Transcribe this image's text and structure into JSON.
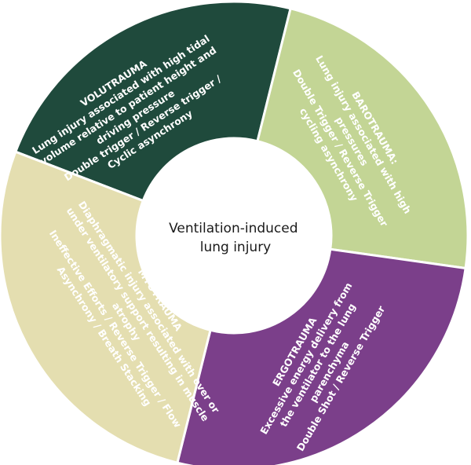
{
  "center": {
    "lines": [
      "Ventilation-induced",
      "lung injury"
    ]
  },
  "segments": [
    {
      "id": "volutrauma",
      "color": "#1f4a3c",
      "text_color": "#ffffff",
      "lines": [
        "VOLUTRAUMA",
        "Lung injury associated with high tidal",
        "volume relative to patient height and",
        "driving pressure",
        "Double trigger / Reverse trigger /",
        "Cyclic asynchrony"
      ]
    },
    {
      "id": "barotrauma",
      "color": "#c3d595",
      "text_color": "#1f4535",
      "lines": [
        "BAROTRAUMA:",
        "Lung injury associated with high",
        "pressures",
        "Double Trigger / Reverse Trigger",
        "cycling asynchrony"
      ]
    },
    {
      "id": "ergotrauma",
      "color": "#7b3f8a",
      "text_color": "#ffffff",
      "lines": [
        "ERGOTRAUMA",
        "Excessive energy delivery from",
        "the ventilator to the lung",
        "parenchyma",
        "Double Shot / Reverse Trigger"
      ]
    },
    {
      "id": "myotrauma",
      "color": "#e4deb0",
      "text_color": "#1f4535",
      "lines": [
        "MYOTRAUMA",
        "Diaphragmatic injury associated with over or",
        "under ventilatory support resulting in muscle",
        "atrophy",
        "Ineffective Efforts / Reverse Trigger / Flow",
        "Asynchrony / Breath Stacking"
      ]
    }
  ]
}
